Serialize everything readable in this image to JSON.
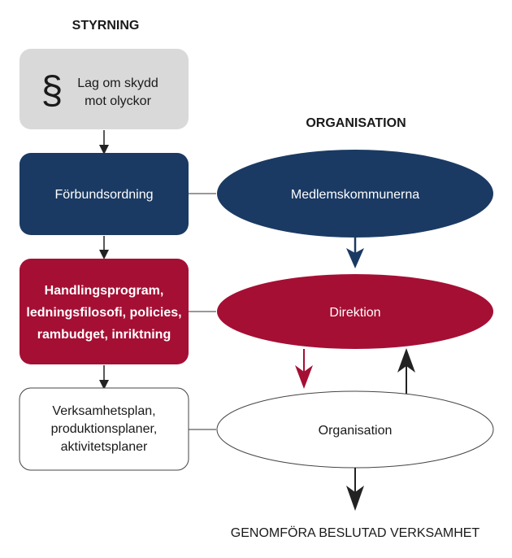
{
  "headings": {
    "governance": "STYRNING",
    "organisation": "ORGANISATION"
  },
  "governance_boxes": {
    "law": {
      "symbol": "§",
      "lines": [
        "Lag om skydd",
        "mot olyckor"
      ],
      "fill": "#d9d9d9",
      "text_color": "#1a1a1a"
    },
    "federation": {
      "lines": [
        "Förbundsordning"
      ],
      "fill": "#1a3a63",
      "text_color": "#ffffff"
    },
    "program": {
      "lines": [
        "Handlingsprogram,",
        "ledningsfilosofi, policies,",
        "rambudget, inriktning"
      ],
      "fill": "#a50f34",
      "text_color": "#ffffff"
    },
    "plans": {
      "lines": [
        "Verksamhetsplan,",
        "produktionsplaner,",
        "aktivitetsplaner"
      ],
      "fill": "#ffffff",
      "text_color": "#1a1a1a"
    }
  },
  "organisation_ellipses": {
    "members": {
      "label": "Medlemskommunerna",
      "fill": "#1a3a63",
      "text_color": "#ffffff"
    },
    "board": {
      "label": "Direktion",
      "fill": "#a50f34",
      "text_color": "#ffffff"
    },
    "org": {
      "label": "Organisation",
      "fill": "#ffffff",
      "text_color": "#1a1a1a"
    }
  },
  "footer": "GENOMFÖRA BESLUTAD VERKSAMHET",
  "colors": {
    "navy": "#1a3a63",
    "crimson": "#a50f34",
    "grey": "#d9d9d9",
    "line": "#333333"
  }
}
